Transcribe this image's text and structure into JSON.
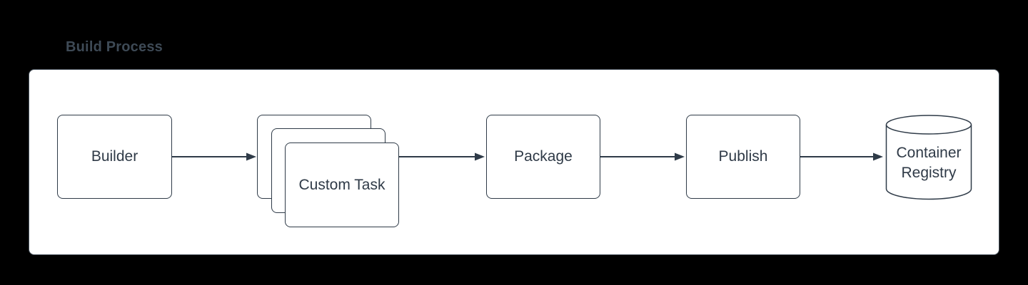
{
  "title": "Build Process",
  "colors": {
    "background": "#000000",
    "panel_fill": "#ffffff",
    "panel_border": "#4a545e",
    "node_fill": "#ffffff",
    "node_border": "#2f3b48",
    "node_text": "#2f3a47",
    "title_text": "#3e4a56",
    "arrow": "#2f3b48"
  },
  "diagram": {
    "type": "flowchart",
    "direction": "left-to-right",
    "nodes": [
      {
        "id": "builder",
        "label": "Builder",
        "shape": "rounded-rectangle"
      },
      {
        "id": "custom-task",
        "label": "Custom Task",
        "shape": "stacked-rounded-rectangles",
        "stack_count": 3
      },
      {
        "id": "package",
        "label": "Package",
        "shape": "rounded-rectangle"
      },
      {
        "id": "publish",
        "label": "Publish",
        "shape": "rounded-rectangle"
      },
      {
        "id": "container-registry",
        "label": "Container Registry",
        "shape": "cylinder"
      }
    ],
    "edges": [
      {
        "from": "builder",
        "to": "custom-task",
        "style": "solid-arrow"
      },
      {
        "from": "custom-task",
        "to": "package",
        "style": "solid-arrow"
      },
      {
        "from": "package",
        "to": "publish",
        "style": "solid-arrow"
      },
      {
        "from": "publish",
        "to": "container-registry",
        "style": "solid-arrow"
      }
    ]
  }
}
